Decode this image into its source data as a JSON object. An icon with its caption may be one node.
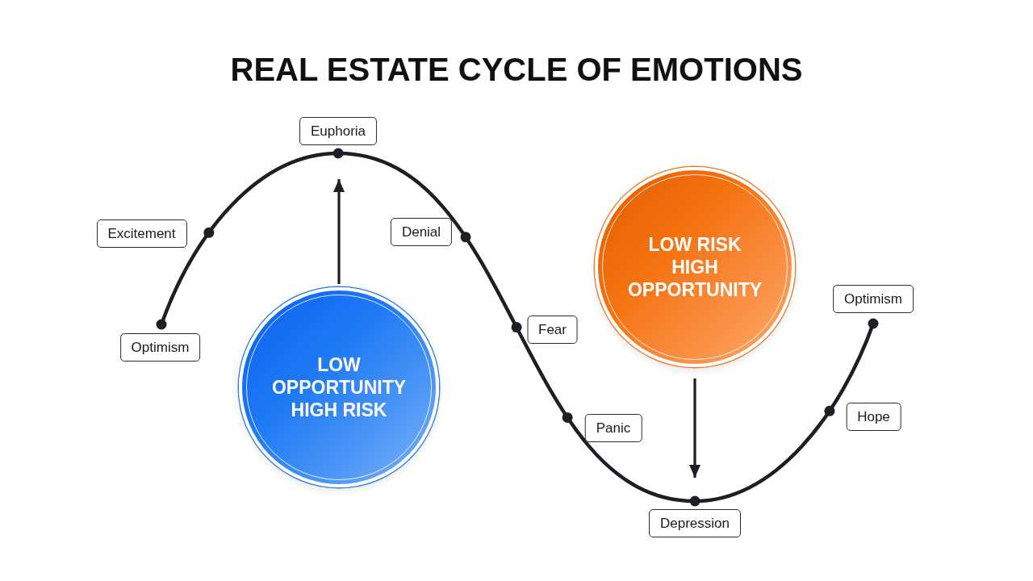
{
  "diagram": {
    "title": "REAL ESTATE CYCLE OF EMOTIONS",
    "nodes": [
      {
        "text": [
          "Optimism"
        ]
      },
      {
        "text": [
          "Excitement"
        ]
      },
      {
        "text": [
          "Euphoria"
        ]
      },
      {
        "text": [
          "Denial"
        ]
      },
      {
        "text": [
          "Fear"
        ]
      },
      {
        "text": [
          "Panic"
        ]
      },
      {
        "text": [
          "Depression"
        ]
      },
      {
        "text": [
          "Hope"
        ]
      },
      {
        "text": [
          "Optimism"
        ]
      },
      {
        "text": [
          "LOW OPPORTUNITY",
          "HIGH RISK"
        ]
      },
      {
        "text": [
          "LOW RISK",
          "HIGH OPPORTUNITY"
        ]
      }
    ],
    "edges": [
      {
        "from": 9,
        "to": null,
        "arrow": "to"
      },
      {
        "from": 10,
        "to": null,
        "arrow": "to"
      }
    ]
  }
}
